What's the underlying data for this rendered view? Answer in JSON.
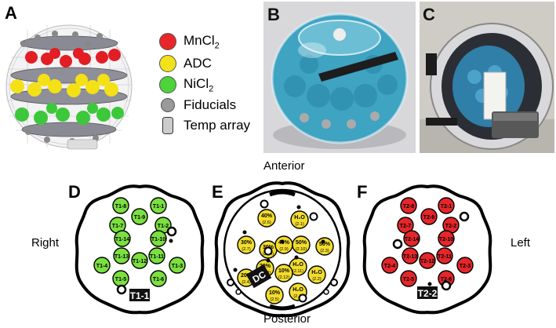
{
  "panels": {
    "a": "A",
    "b": "B",
    "c": "C",
    "d": "D",
    "e": "E",
    "f": "F"
  },
  "legend": {
    "mn": {
      "label": "MnCl",
      "sub": "2",
      "color": "#e8262a"
    },
    "adc": {
      "label": "ADC",
      "color": "#f2e21a"
    },
    "ni": {
      "label": "NiCl",
      "sub": "2",
      "color": "#4cd43a"
    },
    "fid": {
      "label": "Fiducials",
      "color": "#9a9a9a"
    },
    "temp": {
      "label": "Temp array"
    }
  },
  "orientation": {
    "anterior": "Anterior",
    "posterior": "Posterior",
    "right": "Right",
    "left": "Left"
  },
  "phantom_d": {
    "badge": "T1-1",
    "vials": [
      "T1-8",
      "T1-1",
      "T1-9",
      "T1-7",
      "T1-2",
      "T1-14",
      "T1-10",
      "T1-13",
      "T1-11",
      "T1-12",
      "T1-4",
      "T1-3",
      "T1-5",
      "T1-6"
    ]
  },
  "phantom_e": {
    "badge": "DC",
    "vials": [
      {
        "top": "40%",
        "bot": "(2.6)"
      },
      {
        "top": "H₂O",
        "bot": "(2.1)"
      },
      {
        "top": "30%",
        "bot": "(2.7)"
      },
      {
        "top": "30%",
        "bot": "(2.14)"
      },
      {
        "top": "40%",
        "bot": "(2.9)"
      },
      {
        "top": "50%",
        "bot": "(2.10)"
      },
      {
        "top": "50%",
        "bot": "(2.3)"
      },
      {
        "top": "20%",
        "bot": "(2.13)"
      },
      {
        "top": "H₂O",
        "bot": "(2.11)"
      },
      {
        "top": "20%",
        "bot": "(2.4)"
      },
      {
        "top": "10%",
        "bot": "(2.12)"
      },
      {
        "top": "H₂O",
        "bot": "(2.2)"
      },
      {
        "top": "10%",
        "bot": "(2.5)"
      },
      {
        "top": "H₂O",
        "bot": "(2.4)"
      }
    ]
  },
  "phantom_f": {
    "badge": "T2-2",
    "vials": [
      "T2-8",
      "T2-1",
      "T2-9",
      "T2-7",
      "T2-2",
      "T2-14",
      "T2-10",
      "T2-13",
      "T2-11",
      "T2-12",
      "T2-4",
      "T2-3",
      "T2-5",
      "T2-6"
    ]
  },
  "colors": {
    "t1_fill": "#7be040",
    "adc_fill": "#f2dc2e",
    "t2_fill": "#e5262a"
  }
}
